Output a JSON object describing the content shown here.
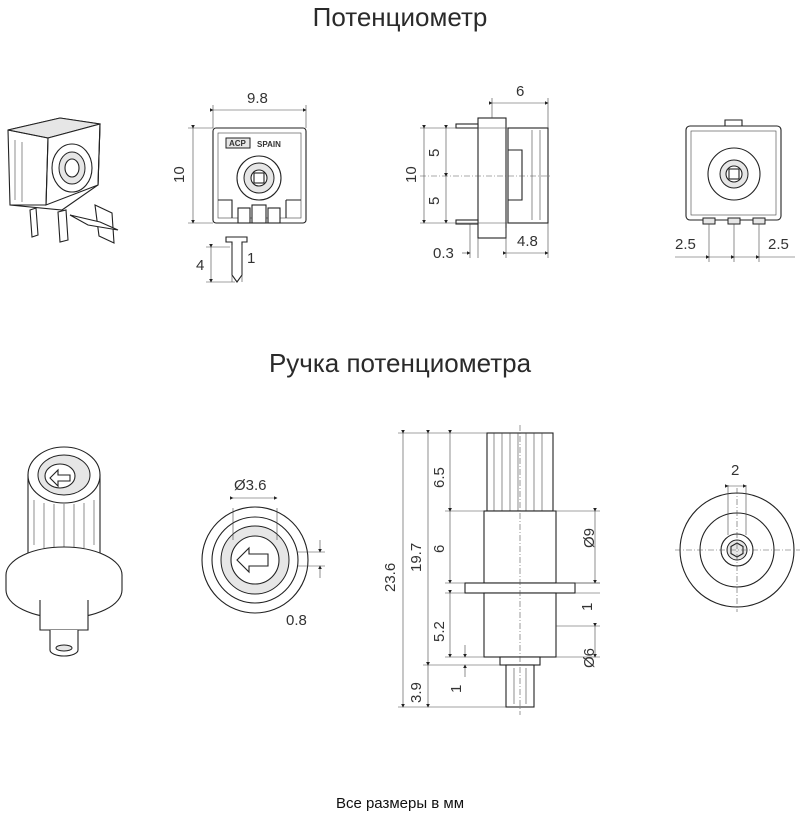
{
  "titles": {
    "potentiometer": "Потенциометр",
    "knob": "Ручка потенциометра",
    "footer": "Все размеры в мм"
  },
  "dimensions": {
    "front_width": "9.8",
    "front_height": "10",
    "pin_length": "4",
    "pin_width": "1",
    "side_depth": "6",
    "side_height": "10",
    "side_half_top": "5",
    "side_half_bottom": "5",
    "side_pin_offset": "0.3",
    "side_body_depth": "4.8",
    "back_left_pitch": "2.5",
    "back_right_pitch": "2.5",
    "knob_bore_dia": "Ø3.6",
    "knob_rim": "0.8",
    "knob_total_len": "23.6",
    "knob_len_19_7": "19.7",
    "knob_grip_len": "6.5",
    "knob_mid_len": "6",
    "knob_flange": "1",
    "knob_low_len": "5.2",
    "knob_step": "1",
    "knob_shaft_len": "3.9",
    "knob_dia_9": "Ø9",
    "knob_dia_6": "Ø6",
    "knob_end_key": "2"
  },
  "labels": {
    "brand_logo": "ACP",
    "brand_country": "SPAIN"
  }
}
